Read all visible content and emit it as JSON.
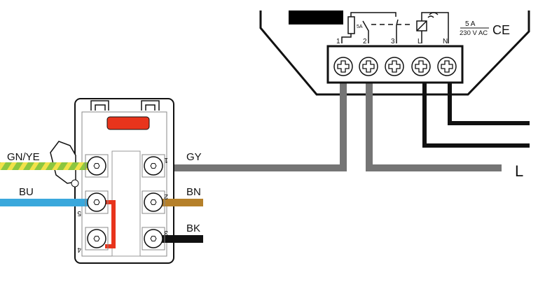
{
  "switch": {
    "wires": [
      {
        "label": "GN/YE",
        "color": "#8cc63f",
        "stripe": "#f2e24a"
      },
      {
        "label": "BU",
        "color": "#3aa8dc"
      },
      {
        "label": "GY",
        "color": "#757575"
      },
      {
        "label": "BN",
        "color": "#b5802a"
      },
      {
        "label": "BK",
        "color": "#111111"
      }
    ],
    "terminal_numbers": [
      "1",
      "2",
      "3",
      "5",
      "4"
    ],
    "bridge_color": "#e8341c"
  },
  "relay": {
    "terminals": [
      "1",
      "2",
      "3",
      "L",
      "N"
    ],
    "fuse_label": "5A",
    "rating_current": "5 A",
    "rating_voltage": "230 V AC",
    "mark": "CE"
  },
  "output_label": "L"
}
